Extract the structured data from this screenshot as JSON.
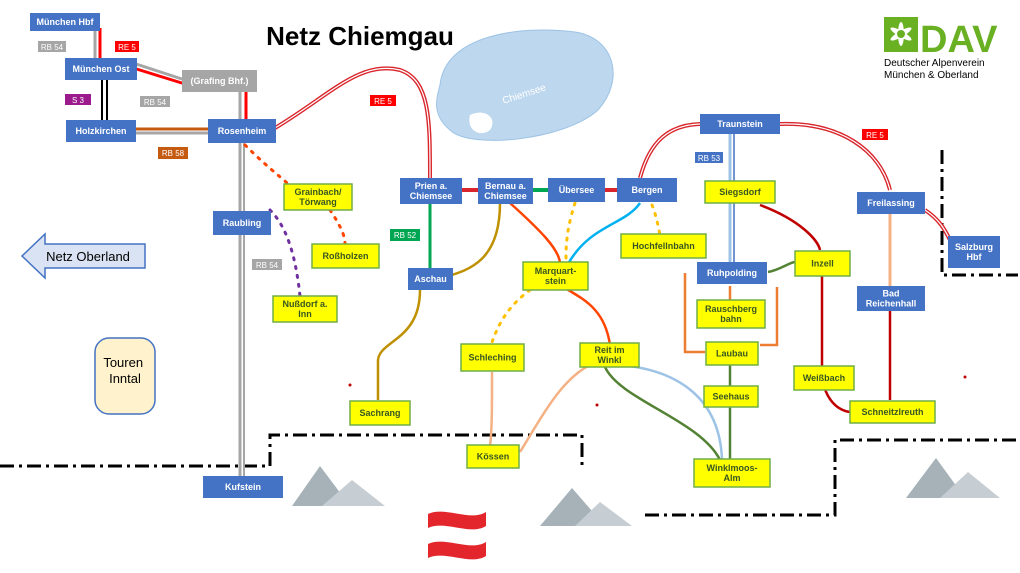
{
  "title": "Netz Chiemgau",
  "lake_label": "Chiemsee",
  "logo": {
    "mark": "DAV",
    "line1": "Deutscher Alpenverein",
    "line2": "München & Oberland"
  },
  "links": {
    "netz_oberland": "Netz Oberland",
    "touren_inntal": [
      "Touren",
      "Inntal"
    ]
  },
  "train_stations": {
    "muenchen_hbf": [
      "München Hbf"
    ],
    "muenchen_ost": [
      "München Ost"
    ],
    "grafing": [
      "(Grafing Bhf.)"
    ],
    "holzkirchen": [
      "Holzkirchen"
    ],
    "rosenheim": [
      "Rosenheim"
    ],
    "raubling": [
      "Raubling"
    ],
    "kufstein": [
      "Kufstein"
    ],
    "prien": [
      "Prien a.",
      "Chiemsee"
    ],
    "bernau": [
      "Bernau a.",
      "Chiemsee"
    ],
    "uebersee": [
      "Übersee"
    ],
    "bergen": [
      "Bergen"
    ],
    "traunstein": [
      "Traunstein"
    ],
    "freilassing": [
      "Freilassing"
    ],
    "salzburg": [
      "Salzburg",
      "Hbf"
    ],
    "bad_reichenhall": [
      "Bad",
      "Reichenhall"
    ],
    "aschau": [
      "Aschau"
    ],
    "ruhpolding": [
      "Ruhpolding"
    ]
  },
  "bus_stops": {
    "grainbach": [
      "Grainbach/",
      "Törwang"
    ],
    "rossholzen": [
      "Roßholzen"
    ],
    "nussdorf": [
      "Nußdorf a.",
      "Inn"
    ],
    "sachrang": [
      "Sachrang"
    ],
    "marquartstein": [
      "Marquart-",
      "stein"
    ],
    "schleching": [
      "Schleching"
    ],
    "reit_im_winkl": [
      "Reit im",
      "Winkl"
    ],
    "koessen": [
      "Kössen"
    ],
    "hochfellnbahn": [
      "Hochfellnbahn"
    ],
    "siegsdorf": [
      "Siegsdorf"
    ],
    "inzell": [
      "Inzell"
    ],
    "rauschbergbahn": [
      "Rauschberg",
      "bahn"
    ],
    "laubau": [
      "Laubau"
    ],
    "seehaus": [
      "Seehaus"
    ],
    "winklmoos": [
      "Winklmoos-",
      "Alm"
    ],
    "weissbach": [
      "Weißbach"
    ],
    "schneitzlreuth": [
      "Schneitzlreuth"
    ]
  },
  "line_badges": [
    {
      "label": "RB 54",
      "color": "#a6a6a6"
    },
    {
      "label": "RE 5",
      "color": "#ff0000"
    },
    {
      "label": "S 3",
      "color": "#9b1a8c"
    },
    {
      "label": "RB 54",
      "color": "#a6a6a6"
    },
    {
      "label": "RB 58",
      "color": "#c55a11"
    },
    {
      "label": "RE 5",
      "color": "#ff0000"
    },
    {
      "label": "RB 52",
      "color": "#00a651"
    },
    {
      "label": "RB 54",
      "color": "#a6a6a6"
    },
    {
      "label": "RB 53",
      "color": "#4472c4"
    },
    {
      "label": "RE 5",
      "color": "#ff0000"
    }
  ],
  "colors": {
    "station_blue": "#4472c4",
    "bus_yellow": "#ffff00",
    "bus_border": "#70ad47",
    "dav_green": "#6ab023",
    "lake": "#bdd7ee",
    "mountain": "#a6b1b8",
    "re5": "#d9262c",
    "flag_red": "#e3262b"
  }
}
